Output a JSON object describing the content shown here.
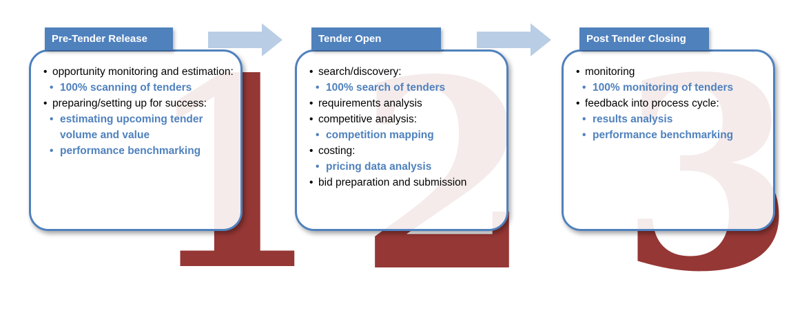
{
  "stages": [
    {
      "number": "1",
      "title": "Pre-Tender Release",
      "items": [
        {
          "text": "opportunity monitoring and estimation:",
          "level": 1
        },
        {
          "text": "100% scanning of tenders",
          "level": 2
        },
        {
          "text": "preparing/setting up for success:",
          "level": 1
        },
        {
          "text": "estimating upcoming tender volume and value",
          "level": 2
        },
        {
          "text": "performance benchmarking",
          "level": 2
        }
      ]
    },
    {
      "number": "2",
      "title": "Tender Open",
      "items": [
        {
          "text": "search/discovery:",
          "level": 1
        },
        {
          "text": "100% search of tenders",
          "level": 2
        },
        {
          "text": "requirements analysis",
          "level": 1
        },
        {
          "text": "competitive analysis:",
          "level": 1
        },
        {
          "text": "competition mapping",
          "level": 2
        },
        {
          "text": "costing:",
          "level": 1
        },
        {
          "text": "pricing data analysis",
          "level": 2
        },
        {
          "text": "bid preparation and submission",
          "level": 1
        }
      ]
    },
    {
      "number": "3",
      "title": "Post Tender Closing",
      "items": [
        {
          "text": "monitoring",
          "level": 1
        },
        {
          "text": "100% monitoring of tenders",
          "level": 2
        },
        {
          "text": "feedback into process cycle:",
          "level": 1
        },
        {
          "text": "results analysis",
          "level": 2
        },
        {
          "text": "performance benchmarking",
          "level": 2
        }
      ]
    }
  ],
  "colors": {
    "accent_blue": "#4f81bd",
    "arrow_fill": "#b9cde5",
    "numeral": "#953735"
  }
}
